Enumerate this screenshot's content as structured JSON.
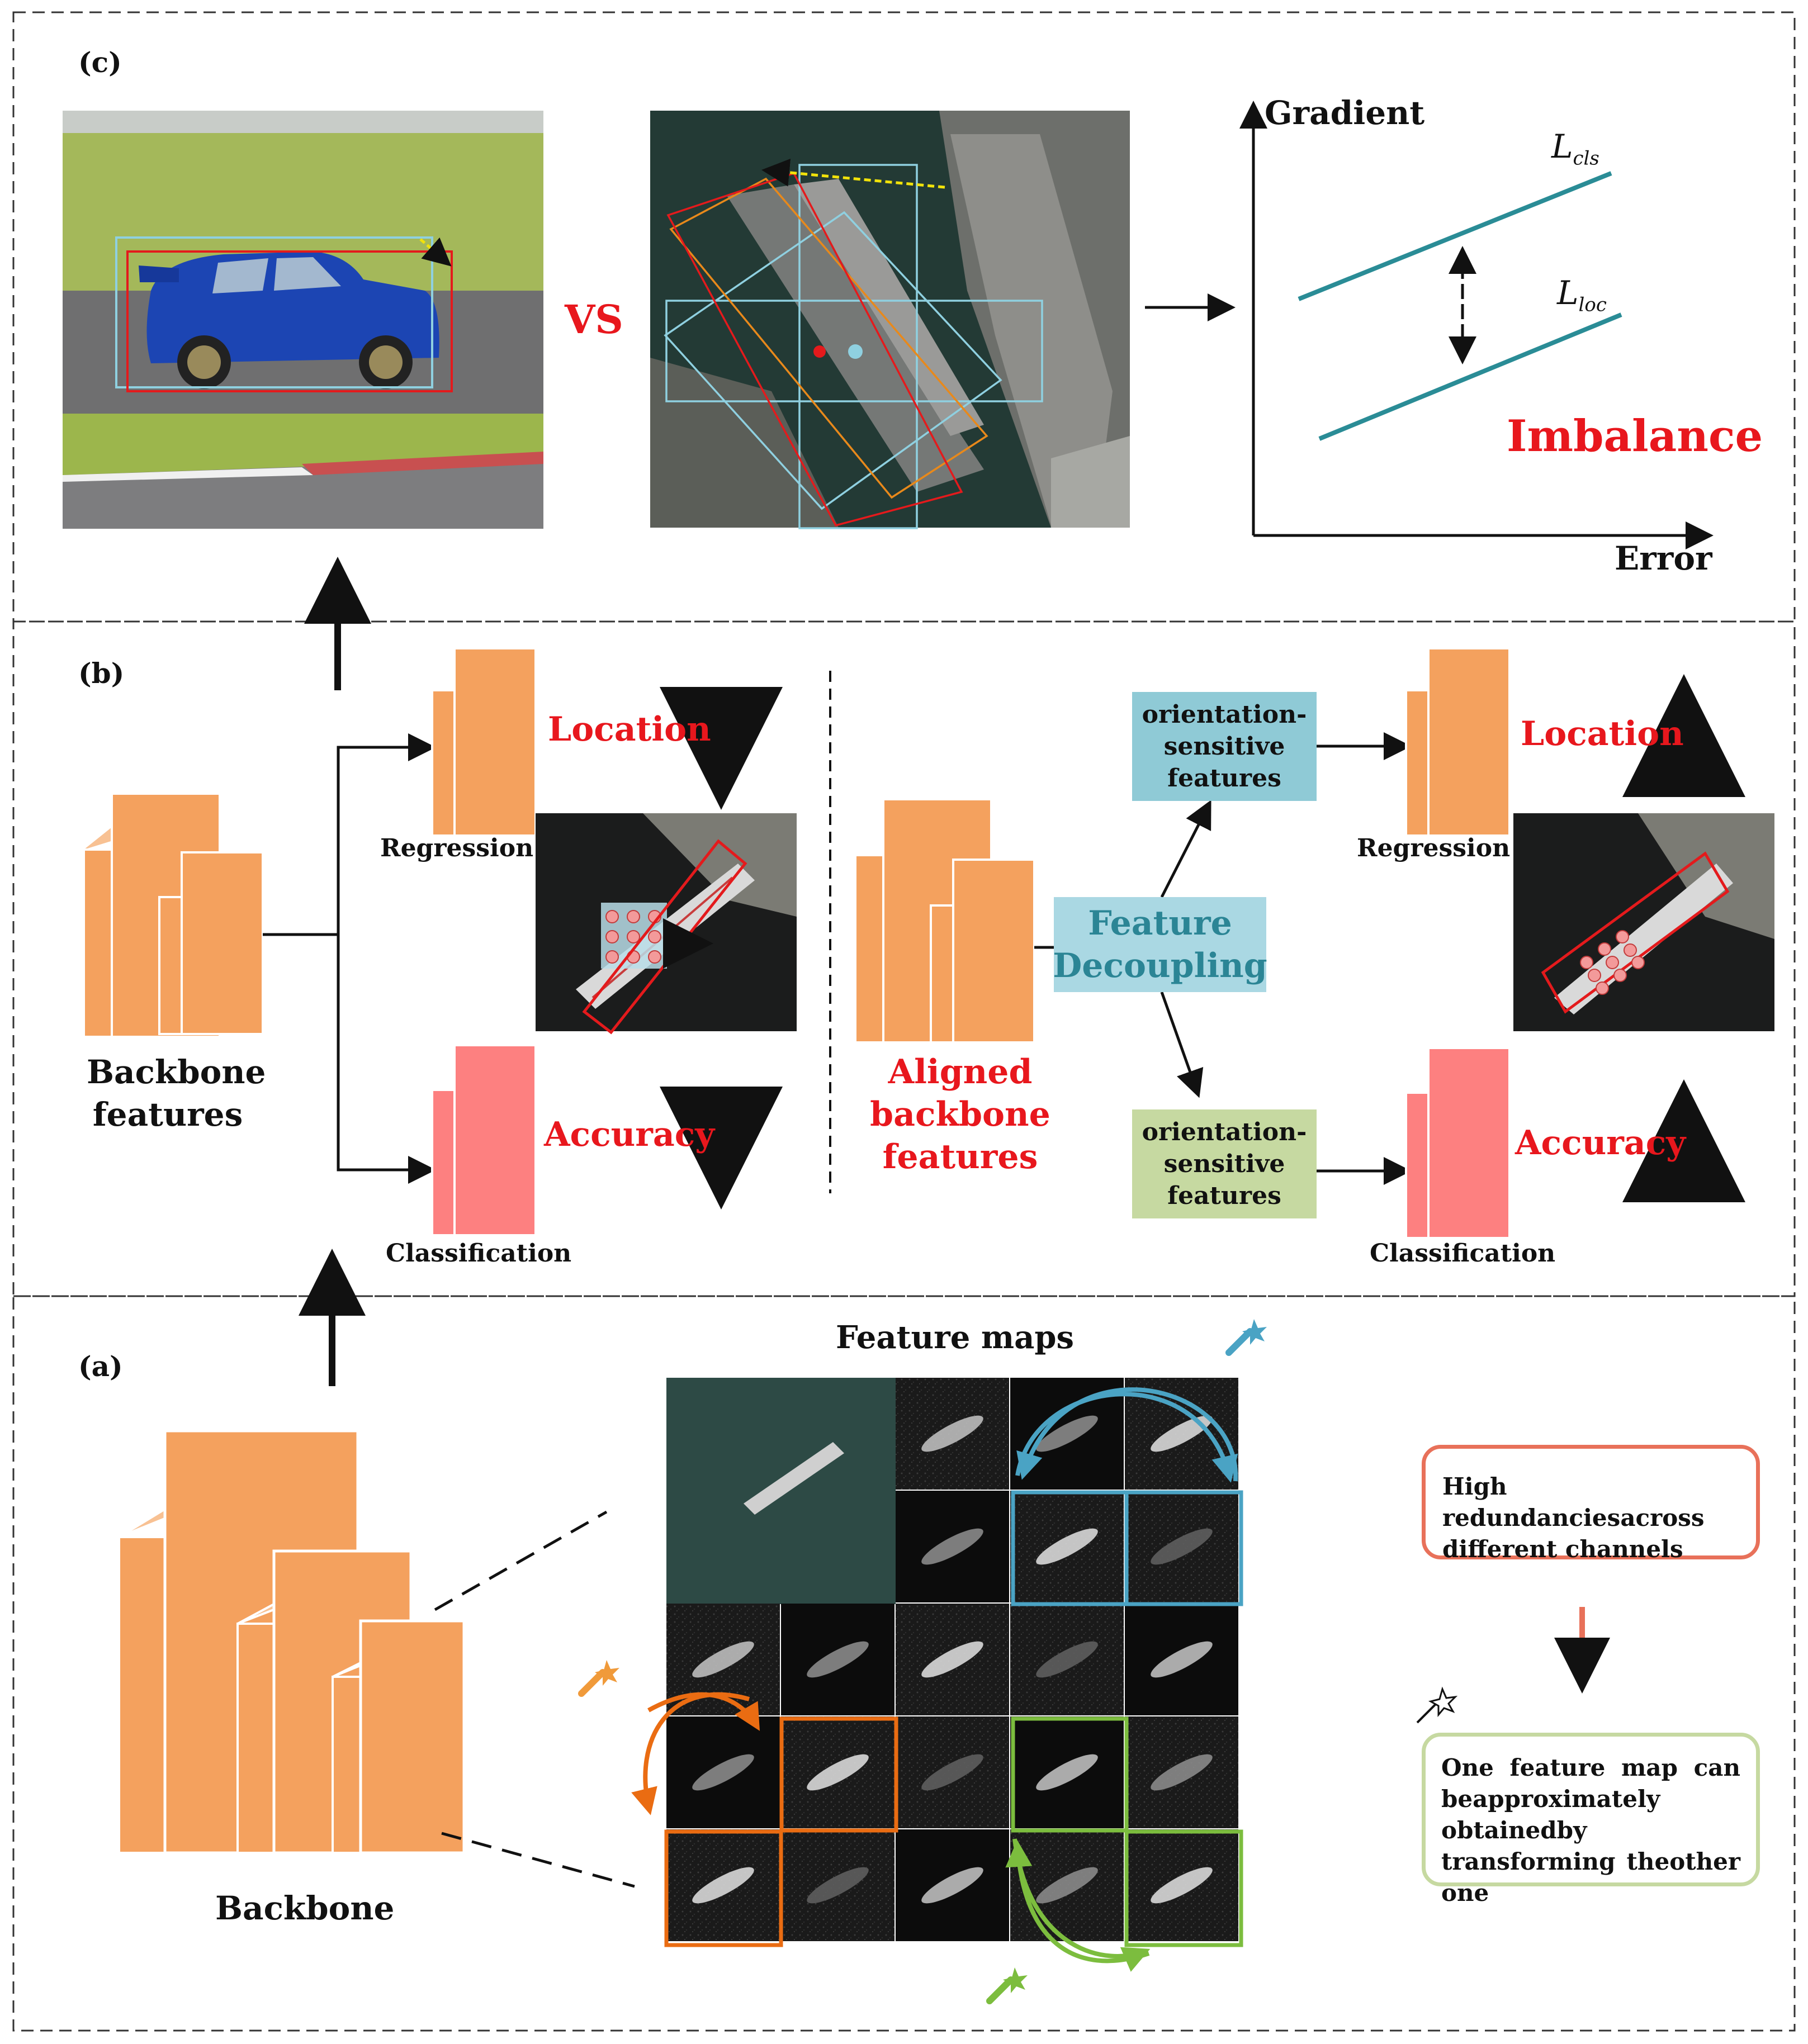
{
  "panel_c": {
    "label": "(c)",
    "vs": "VS",
    "graph": {
      "y_axis": "Gradient",
      "x_axis": "Error",
      "line_cls": "L",
      "line_cls_sub": "cls",
      "line_loc": "L",
      "line_loc_sub": "loc",
      "imbalance": "Imbalance"
    }
  },
  "panel_b": {
    "label": "(b)",
    "left": {
      "backbone_line1": "Backbone",
      "backbone_line2": "features",
      "location": "Location",
      "accuracy": "Accuracy",
      "regression": "Regression",
      "classification": "Classification"
    },
    "right": {
      "aligned_line1": "Aligned",
      "aligned_line2": "backbone",
      "aligned_line3": "features",
      "decoupling_line1": "Feature",
      "decoupling_line2": "Decoupling",
      "top_box_line1": "orientation-",
      "top_box_line2": "sensitive",
      "top_box_line3": "features",
      "bottom_box_line1": "orientation-",
      "bottom_box_line2": "sensitive",
      "bottom_box_line3": "features",
      "location": "Location",
      "accuracy": "Accuracy",
      "regression": "Regression",
      "classification": "Classification"
    }
  },
  "panel_a": {
    "label": "(a)",
    "feature_maps": "Feature maps",
    "backbone": "Backbone",
    "note1_line1": "High redundancies",
    "note1_line2": "across different channels",
    "note2_line1": "One feature map can be",
    "note2_line2": "approximately obtained",
    "note2_line3": "by transforming the",
    "note2_line4": "other one"
  },
  "colors": {
    "orange_block": "#f4a15e",
    "pink_block": "#fd8080",
    "teal_box": "#8fcad6",
    "green_box": "#c6d9a1",
    "light_blue_box": "#aad8e3",
    "red_text": "#e8171d",
    "graph_line": "#2a8c96",
    "highlight_blue": "#4aa3c4",
    "highlight_orange": "#ea6c12",
    "highlight_green": "#7cbd3e"
  }
}
